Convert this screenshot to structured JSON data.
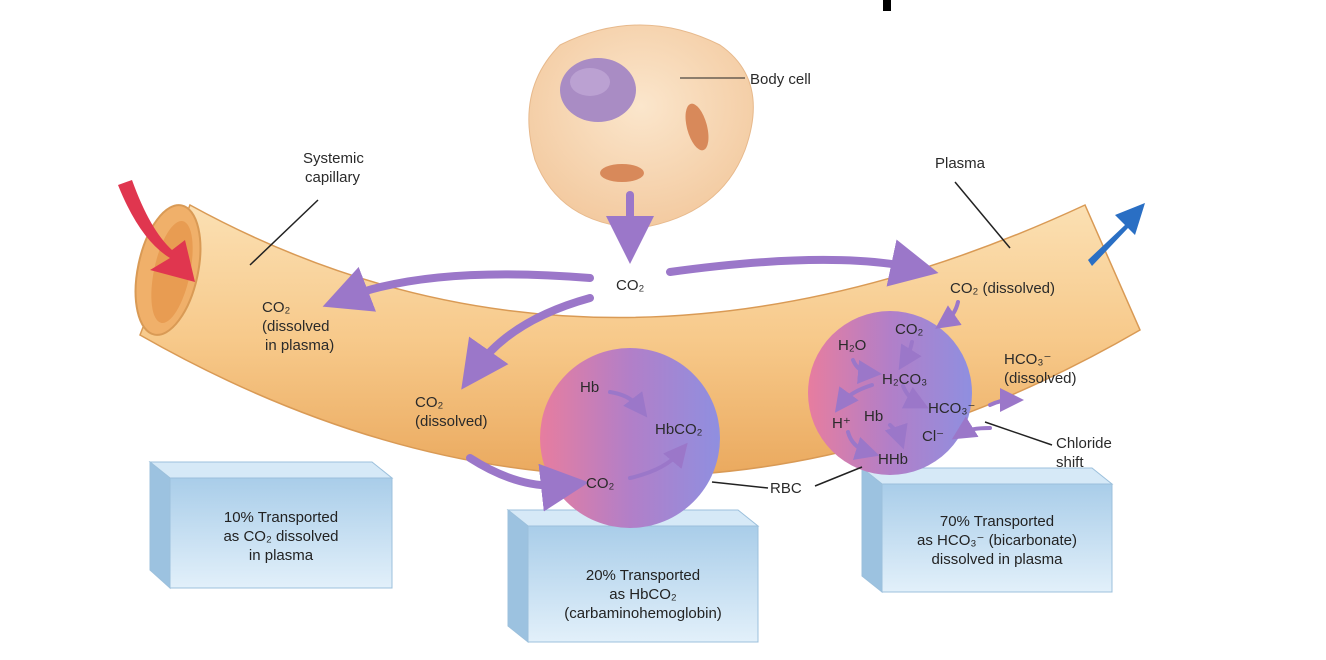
{
  "labels": {
    "body_cell": "Body cell",
    "systemic_capillary": [
      "Systemic",
      "capillary"
    ],
    "plasma": "Plasma",
    "co2_center": "CO₂",
    "co2_dissolved_in_plasma": [
      "CO₂",
      "(dissolved",
      "in plasma)"
    ],
    "co2_dissolved_mid": [
      "CO₂",
      "(dissolved)"
    ],
    "co2_dissolved_right": "CO₂  (dissolved)",
    "hb": "Hb",
    "hbco2": "HbCO₂",
    "co2_rbc1": "CO₂",
    "rbc": "RBC",
    "h2o": "H₂O",
    "co2_rbc2": "CO₂",
    "h2co3": "H₂CO₃",
    "h_plus": "H⁺",
    "hb2": "Hb",
    "hco3_in": "HCO₃⁻",
    "cl": "Cl⁻",
    "hhb": "HHb",
    "hco3_dissolved": [
      "HCO₃⁻",
      "(dissolved)"
    ],
    "chloride_shift": [
      "Chloride",
      "shift"
    ]
  },
  "boxes": [
    {
      "lines": [
        "10% Transported",
        "as CO₂ dissolved",
        "in plasma"
      ]
    },
    {
      "lines": [
        "20% Transported",
        "as HbCO₂",
        "(carbaminohemoglobin)"
      ]
    },
    {
      "lines": [
        "70% Transported",
        "as HCO₃⁻ (bicarbonate)",
        "dissolved in plasma"
      ]
    }
  ],
  "colors": {
    "capillary": "#f6c98a",
    "cell": "#f8d8b4",
    "nucleus": "#a98cc4",
    "arrow": "#9b77c9",
    "inflow_arrow": "#e0364f",
    "outflow_arrow": "#2a6fc4",
    "box": "#bcd8ee"
  }
}
